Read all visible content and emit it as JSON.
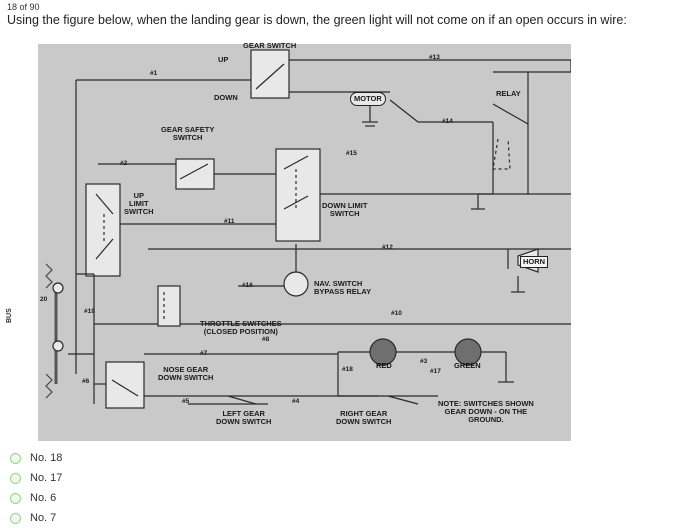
{
  "header": {
    "counter": "18 of 90",
    "question": "Using the figure below, when the landing gear is down, the green light will not come on if an open occurs in wire:"
  },
  "figure": {
    "labels": {
      "gear_switch": "GEAR SWITCH",
      "up": "UP",
      "down": "DOWN",
      "motor": "MOTOR",
      "relay": "RELAY",
      "gear_safety_switch": "GEAR SAFETY\nSWITCH",
      "up_limit_switch": "UP\nLIMIT\nSWITCH",
      "down_limit_switch": "DOWN LIMIT\nSWITCH",
      "horn": "HORN",
      "nav_switch_bypass_relay": "NAV. SWITCH\nBYPASS RELAY",
      "throttle_switches": "THROTTLE SWITCHES\n(CLOSED POSITION)",
      "nose_gear_down_switch": "NOSE GEAR\nDOWN SWITCH",
      "red": "RED",
      "green": "GREEN",
      "left_gear_down_switch": "LEFT GEAR\nDOWN SWITCH",
      "right_gear_down_switch": "RIGHT GEAR\nDOWN SWITCH",
      "note": "NOTE: SWITCHES SHOWN\nGEAR DOWN - ON THE\nGROUND.",
      "bus": "BUS",
      "bus_20": "20"
    },
    "wires": {
      "w1": "#1",
      "w2": "#2",
      "w3": "#3",
      "w4": "#4",
      "w5": "#5",
      "w6": "#6",
      "w7": "#7",
      "w8": "#8",
      "w10": "#10",
      "w11": "#11",
      "w12": "#12",
      "w13": "#13",
      "w14": "#14",
      "w15": "#15",
      "w16": "#16",
      "w17": "#17",
      "w18": "#18",
      "w19": "#19"
    }
  },
  "answers": [
    {
      "label": "No. 18"
    },
    {
      "label": "No. 17"
    },
    {
      "label": "No. 6"
    },
    {
      "label": "No. 7"
    }
  ]
}
